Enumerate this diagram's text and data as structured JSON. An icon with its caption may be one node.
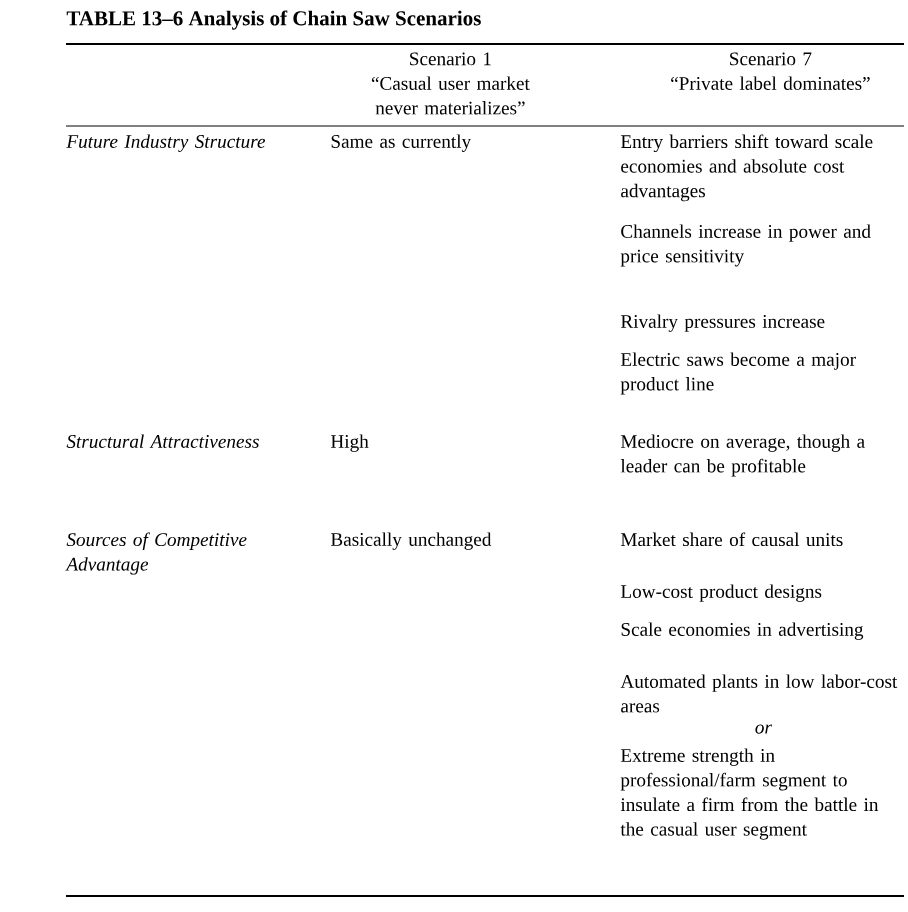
{
  "diagram": {
    "title": "TABLE 13–6 Analysis of Chain Saw Scenarios",
    "labels": [
      "Scenario 1",
      "Scenario 7",
      "“Casual user market never materializes”",
      "“Private label dominates”",
      "Future Industry Structure",
      "Same as currently",
      "Entry barriers shift toward scale economies and absolute cost advantages",
      "Channels increase in power and price sensitivity",
      "Rivalry pressures increase",
      "Electric saws become a major product line",
      "Structural Attractiveness",
      "High",
      "Mediocre on average, though a leader can be profitable",
      "Sources of Competitive Advantage",
      "Basically unchanged",
      "Market share of causal units",
      "Low-cost product designs",
      "Scale economies in advertising",
      "Automated plants in low labor-cost areas",
      "or",
      "Extreme strength in professional/farm segment to insulate a firm from the battle in the casual user segment"
    ]
  }
}
